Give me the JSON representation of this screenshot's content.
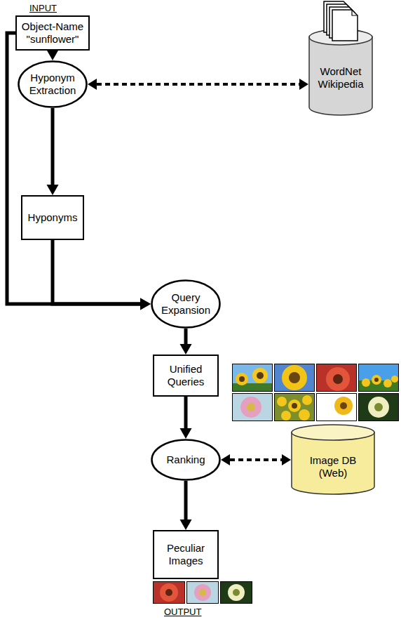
{
  "diagram": {
    "nodes": [
      {
        "text": [
          "Object-Name \"sunflower\""
        ]
      },
      {
        "text": [
          "Hyponym Extraction"
        ]
      },
      {
        "text": [
          "WordNet Wikipedia"
        ]
      },
      {
        "text": [
          "Hyponyms"
        ]
      },
      {
        "text": [
          "Query Expansion"
        ]
      },
      {
        "text": [
          "Unified Queries"
        ]
      },
      {
        "text": [
          "Ranking"
        ]
      },
      {
        "text": [
          "Image DB (Web)"
        ]
      },
      {
        "text": [
          "Peculiar Images"
        ]
      }
    ],
    "edges": [
      {
        "from": 0,
        "to": 1,
        "arrow": "to"
      },
      {
        "from": 1,
        "to": 2,
        "arrow": "both"
      },
      {
        "from": 1,
        "to": 3,
        "arrow": "to"
      },
      {
        "from": 0,
        "to": 4,
        "arrow": "to"
      },
      {
        "from": 3,
        "to": 4,
        "arrow": "to"
      },
      {
        "from": 4,
        "to": 5,
        "arrow": "to"
      },
      {
        "from": 5,
        "to": 6,
        "arrow": "to"
      },
      {
        "from": 6,
        "to": 7,
        "arrow": "both"
      },
      {
        "from": 6,
        "to": 8,
        "arrow": "to"
      }
    ],
    "labels": [
      "INPUT",
      "OUTPUT"
    ]
  }
}
